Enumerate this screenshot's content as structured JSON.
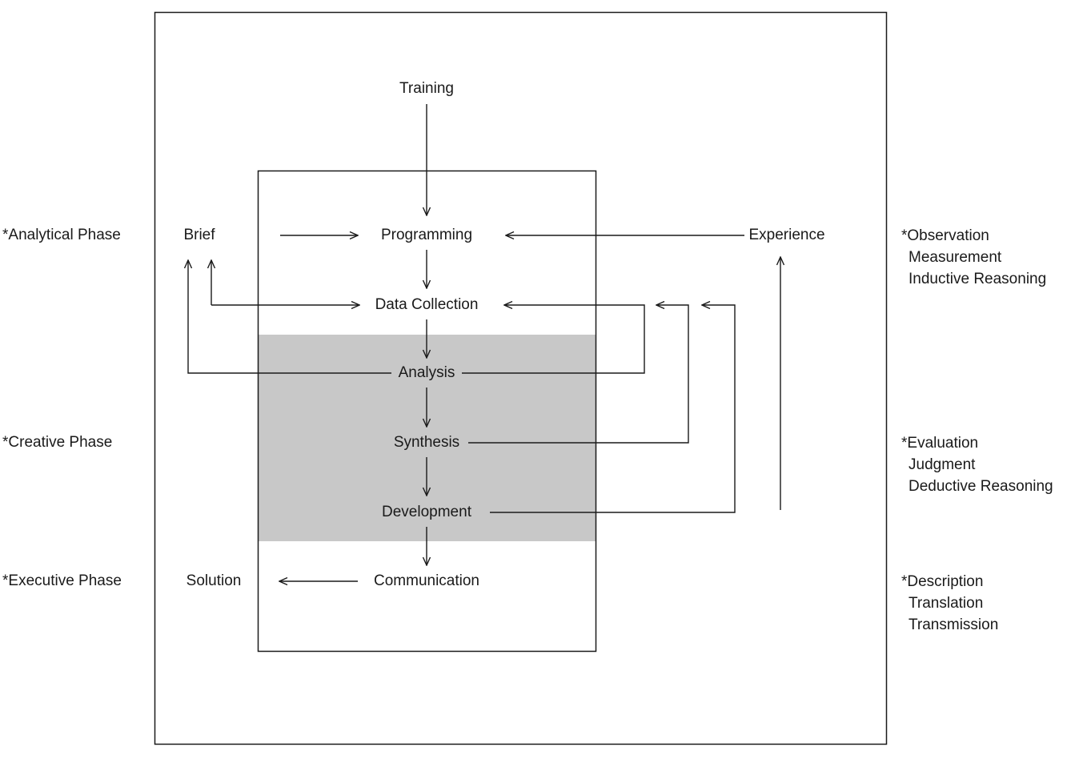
{
  "diagram": {
    "nodes": {
      "training": "Training",
      "programming": "Programming",
      "data_collection": "Data Collection",
      "analysis": "Analysis",
      "synthesis": "Synthesis",
      "development": "Development",
      "communication": "Communication",
      "brief": "Brief",
      "experience": "Experience",
      "solution": "Solution"
    },
    "phases": {
      "analytical": "*Analytical Phase",
      "creative": "*Creative Phase",
      "executive": "*Executive Phase"
    },
    "annotations": {
      "observation": [
        "*Observation",
        "Measurement",
        "Inductive Reasoning"
      ],
      "evaluation": [
        "*Evaluation",
        "Judgment",
        "Deductive Reasoning"
      ],
      "description": [
        "*Description",
        "Translation",
        "Transmission"
      ]
    },
    "colors": {
      "background": "#ffffff",
      "line": "#1a1a1a",
      "shaded_region": "#c8c8c8"
    }
  }
}
